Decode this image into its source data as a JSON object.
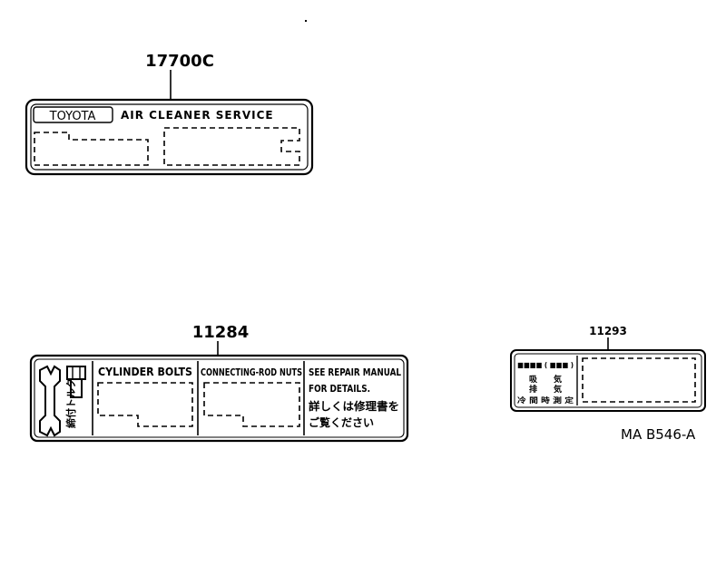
{
  "diagram_id": "MA B546-A",
  "parts": [
    {
      "part_number": "17700C",
      "brand": "TOYOTA",
      "heading": "AIR CLEANER SERVICE"
    },
    {
      "part_number": "11284",
      "col1": "CYLINDER BOLTS",
      "col2": "CONNECTING-ROD NUTS",
      "col3_line1": "SEE REPAIR MANUAL",
      "col3_line2": "FOR DETAILS.",
      "col3_jp1": "詳しくは修理書を",
      "col3_jp2": "ご覧ください",
      "vertical_text": "締付トルク"
    },
    {
      "part_number": "11293",
      "label_top": "■■■■ ( ■■■ )",
      "jp_row1": "吸　　気",
      "jp_row2": "排　　気",
      "jp_row3": "冷 間 時 測 定"
    }
  ],
  "colors": {
    "ink": "#000000",
    "paper": "#ffffff"
  }
}
